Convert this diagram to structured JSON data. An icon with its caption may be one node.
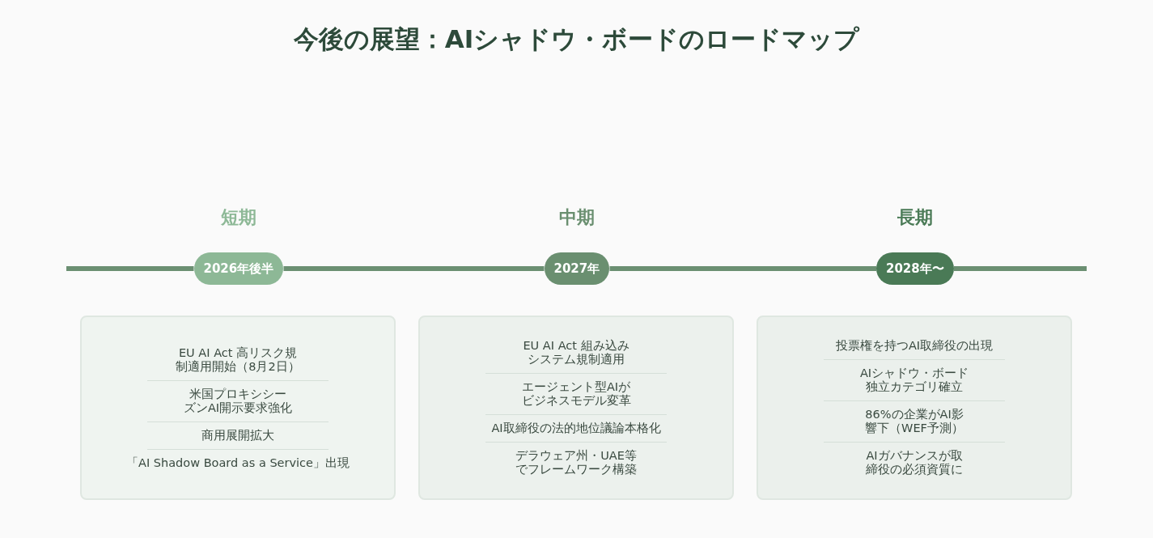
{
  "diagram": {
    "title": "今後の展望：AIシャドウ・ボードのロードマップ",
    "nodes": [
      {
        "text": [
          "短期",
          "2026年後半"
        ]
      },
      {
        "text": [
          "中期",
          "2027年"
        ]
      },
      {
        "text": [
          "長期",
          "2028年〜"
        ]
      },
      {
        "text": [
          "EU AI Act 高リスク規制適用開始（8月2日）",
          "米国プロキシシーズンAI開示要求強化",
          "商用展開拡大",
          "「AI Shadow Board as a Service」出現"
        ]
      },
      {
        "text": [
          "EU AI Act 組み込みシステム規制適用",
          "エージェント型AIがビジネスモデル変革",
          "AI取締役の法的地位議論本格化",
          "デラウェア州・UAE等でフレームワーク構築"
        ]
      },
      {
        "text": [
          "投票権を持つAI取締役の出現",
          "AIシャドウ・ボード独立カテゴリ確立",
          "86%の企業がAI影響下（WEF予測）",
          "AIガバナンスが取締役の必須資質に"
        ]
      }
    ],
    "edges": [
      {
        "from": 0,
        "to": 1,
        "arrow": "none"
      },
      {
        "from": 1,
        "to": 2,
        "arrow": "none"
      }
    ]
  }
}
